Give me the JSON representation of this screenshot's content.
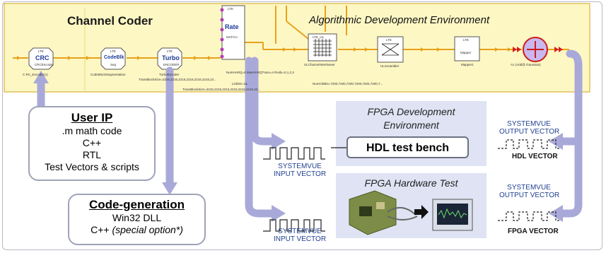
{
  "titles": {
    "channel_coder": "Channel Coder",
    "algorithmic_env": "Algorithmic Development Environment"
  },
  "blocks": {
    "crc": {
      "tag": "LTE",
      "name": "CRC",
      "sub": "CRCEncoder",
      "caption": "C RC_Encoder(1)"
    },
    "codeblk": {
      "tag": "LTE",
      "name": "CodeBlk",
      "sub": "Seg",
      "caption": "CodeBlockSegmentation"
    },
    "turbo": {
      "tag": "LTE",
      "name": "Turbo",
      "sub": "ENCODER",
      "caption": "TurboEncoder"
    },
    "rate": {
      "tag": "LTE",
      "name": "Rate",
      "sub": "MATCH"
    },
    "interleaver": {
      "tag": "LTE_UL",
      "caption": "ULChannelInterleaver"
    },
    "scrambler": {
      "tag": "LTE",
      "caption": "ULScrambler"
    },
    "mapper": {
      "tag": "LTE",
      "name": "Mapper",
      "caption": "Mapper1"
    },
    "adder": {
      "caption": "A1 (Add@ Gaussian)"
    }
  },
  "traces": [
    "TransBlockSize=2216,2216,2216,2216,2216,2216,22...",
    "NumHARQ=8  MaxHARQTrans=4  Rvidx=0,1,2,3",
    "LinkDir=UL",
    "TransBlockSize=2216,2216,2216,2216,2216,2216,22...",
    "NumChBits=7200,7200,7200,7200,7200,7200,7..."
  ],
  "user_ip": {
    "title": "User IP",
    "lines": [
      ".m math code",
      "C++",
      "RTL",
      "Test Vectors & scripts"
    ]
  },
  "code_generation": {
    "title": "Code-generation",
    "line1": "Win32 DLL",
    "line2_prefix": "C++ ",
    "line2_italic": "(special option*)"
  },
  "fpga_dev": {
    "title_line1": "FPGA Development",
    "title_line2": "Environment",
    "bench": "HDL test bench"
  },
  "fpga_hw": {
    "title": "FPGA Hardware Test"
  },
  "vectors": {
    "input_top_l1": "SYSTEMVUE",
    "input_top_l2": "INPUT VECTOR",
    "output_top_l1": "SYSTEMVUE",
    "output_top_l2": "OUTPUT VECTOR",
    "hdl_vector": "HDL VECTOR",
    "input_bot_l1": "SYSTEMVUE",
    "input_bot_l2": "INPUT VECTOR",
    "output_bot_l1": "SYSTEMVUE",
    "output_bot_l2": "OUTPUT VECTOR",
    "fpga_vector": "FPGA VECTOR"
  },
  "colors": {
    "schematic_bg": "#fdf7c4",
    "schematic_border": "#e2c25a",
    "wire": "#e8a21a",
    "arrow": "#a9a9d9",
    "panel": "#dfe3f3",
    "adder_fill": "#c9b8ef",
    "adder_stroke": "#cc1b1b"
  }
}
